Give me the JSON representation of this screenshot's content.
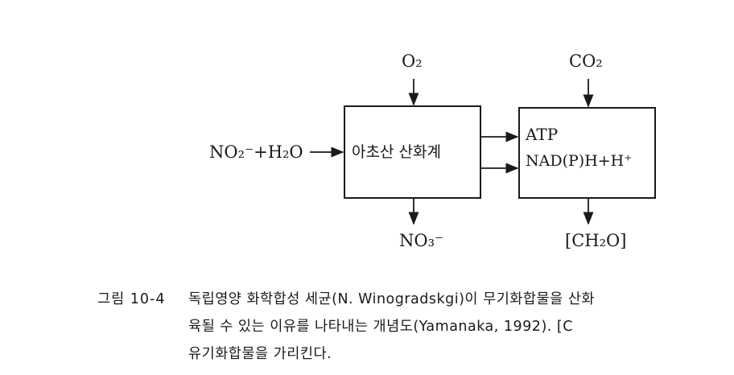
{
  "diagram": {
    "o2": "O₂",
    "co2": "CO₂",
    "input_label": "NO₂⁻+H₂O",
    "box1_label": "아초산 산화계",
    "atp": "ATP",
    "nadph": "NAD(P)H+H⁺",
    "no3": "NO₃⁻",
    "ch2o": "[CH₂O]"
  },
  "caption": {
    "prefix": "그림 10-4",
    "line1": "독립영양 화학합성 세균(N. Winogradskgi)이 무기화합물을 산화",
    "line2": "육될 수 있는 이유를 나타내는 개념도(Yamanaka, 1992). [C",
    "line3": "유기화합물을 가리킨다."
  }
}
